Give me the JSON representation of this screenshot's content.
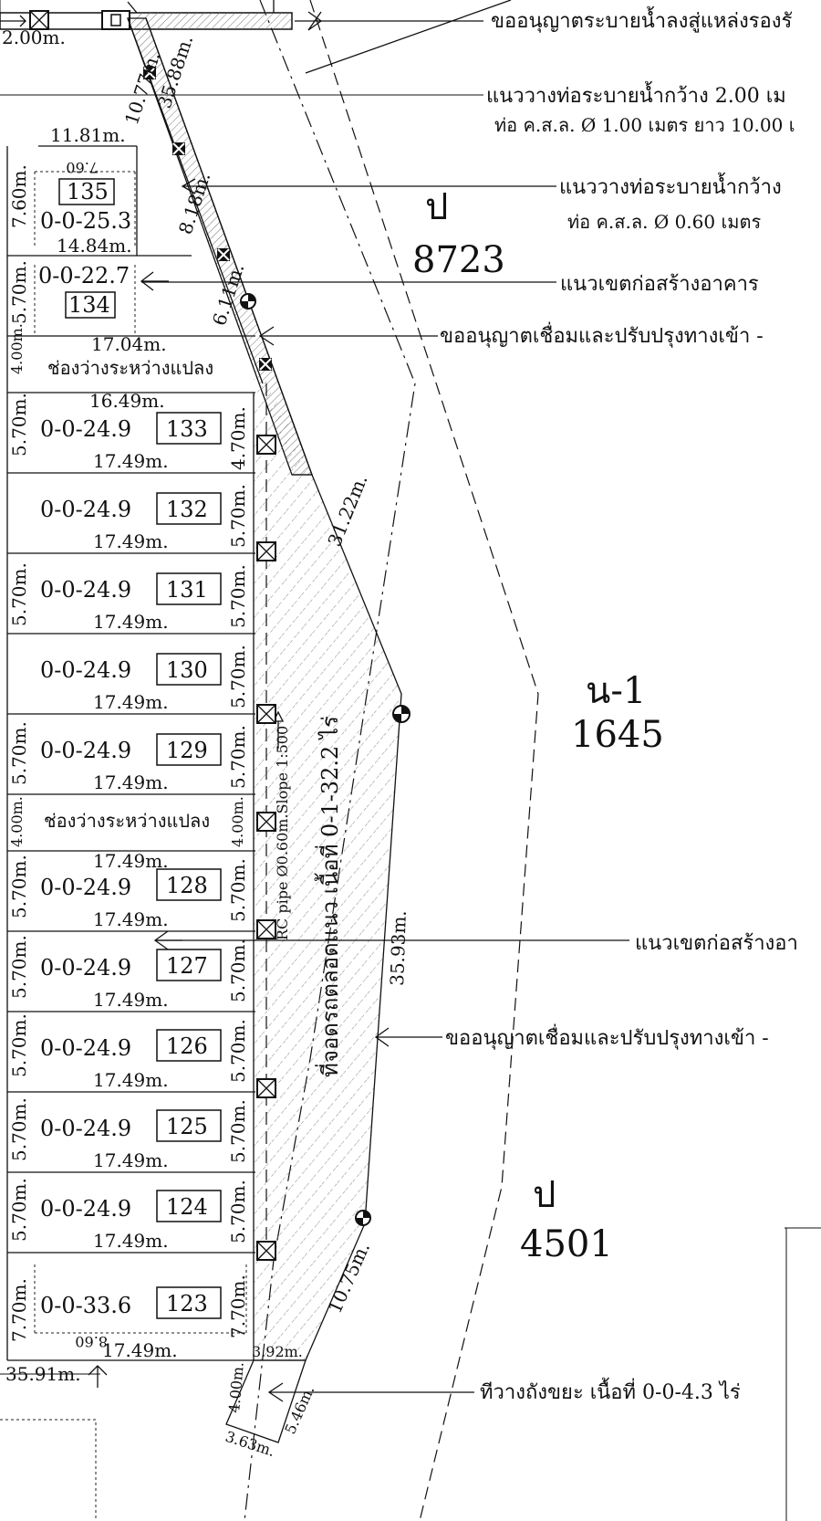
{
  "parcels": {
    "p135": {
      "number": "135",
      "area": "0-0-25.3"
    },
    "p134": {
      "number": "134",
      "area": "0-0-22.7"
    },
    "p133": {
      "number": "133",
      "area": "0-0-24.9"
    },
    "p132": {
      "number": "132",
      "area": "0-0-24.9"
    },
    "p131": {
      "number": "131",
      "area": "0-0-24.9"
    },
    "p130": {
      "number": "130",
      "area": "0-0-24.9"
    },
    "p129": {
      "number": "129",
      "area": "0-0-24.9"
    },
    "p128": {
      "number": "128",
      "area": "0-0-24.9"
    },
    "p127": {
      "number": "127",
      "area": "0-0-24.9"
    },
    "p126": {
      "number": "126",
      "area": "0-0-24.9"
    },
    "p125": {
      "number": "125",
      "area": "0-0-24.9"
    },
    "p124": {
      "number": "124",
      "area": "0-0-24.9"
    },
    "p123": {
      "number": "123",
      "area": "0-0-33.6"
    }
  },
  "dims": {
    "d11_81": "11.81m.",
    "d14_84": "14.84m.",
    "d17_04": "17.04m.",
    "d16_49": "16.49m.",
    "d17_49": "17.49m.",
    "d35_91": "35.91m.",
    "d7_60": "7.60m.",
    "d7_70": "7.70m.",
    "d5_70": "5.70m.",
    "d4_00": "4.00m.",
    "d4_70": "4.70m.",
    "d10_77": "10.77m.",
    "d35_88": "35.88m.",
    "d8_18": "8.18m.",
    "d6_11": "6.11m.",
    "d31_22": "31.22m.",
    "d35_93": "35.93m.",
    "d10_75": "10.75m.",
    "d3_92": "3.92m.",
    "d5_46": "5.46m.",
    "d3_63": "3.63m.",
    "d_760": "7.60",
    "d_860": "8.60",
    "d_m": "m.",
    "d_top": "2.00m."
  },
  "gap_label": "ช่องว่างระหว่างแปลง",
  "parking": "ที่จอดรถตลอดแนว เนื้อที่ 0-1-32.2 ไร่",
  "pipe_note": "RC pipe Ø0.60m.Slope 1:500",
  "neighbors": {
    "p8723_prefix": "ป",
    "p8723_number": "8723",
    "n1645_prefix": "น-1",
    "n1645_number": "1645",
    "p4501_prefix": "ป",
    "p4501_number": "4501"
  },
  "callouts": {
    "drain_permit": "ขออนุญาตระบายน้ำลงสู่แหล่งรองรั",
    "pipe_200_line1": "แนววางท่อระบายน้ำกว้าง 2.00 เม",
    "pipe_200_line2": "ท่อ ค.ส.ล. Ø 1.00 เมตร ยาว 10.00 เ",
    "pipe_060_line1": "แนววางท่อระบายน้ำกว้าง",
    "pipe_060_line2": "ท่อ ค.ส.ล. Ø 0.60 เมตร",
    "build_line_1": "แนวเขตก่อสร้างอาคาร",
    "access_1": "ขออนุญาตเชื่อมและปรับปรุงทางเข้า -",
    "build_line_2": "แนวเขตก่อสร้างอา",
    "access_2": "ขออนุญาตเชื่อมและปรับปรุงทางเข้า -",
    "trash": "ทีวางถังขยะ เนื้อที่ 0-0-4.3 ไร่"
  }
}
